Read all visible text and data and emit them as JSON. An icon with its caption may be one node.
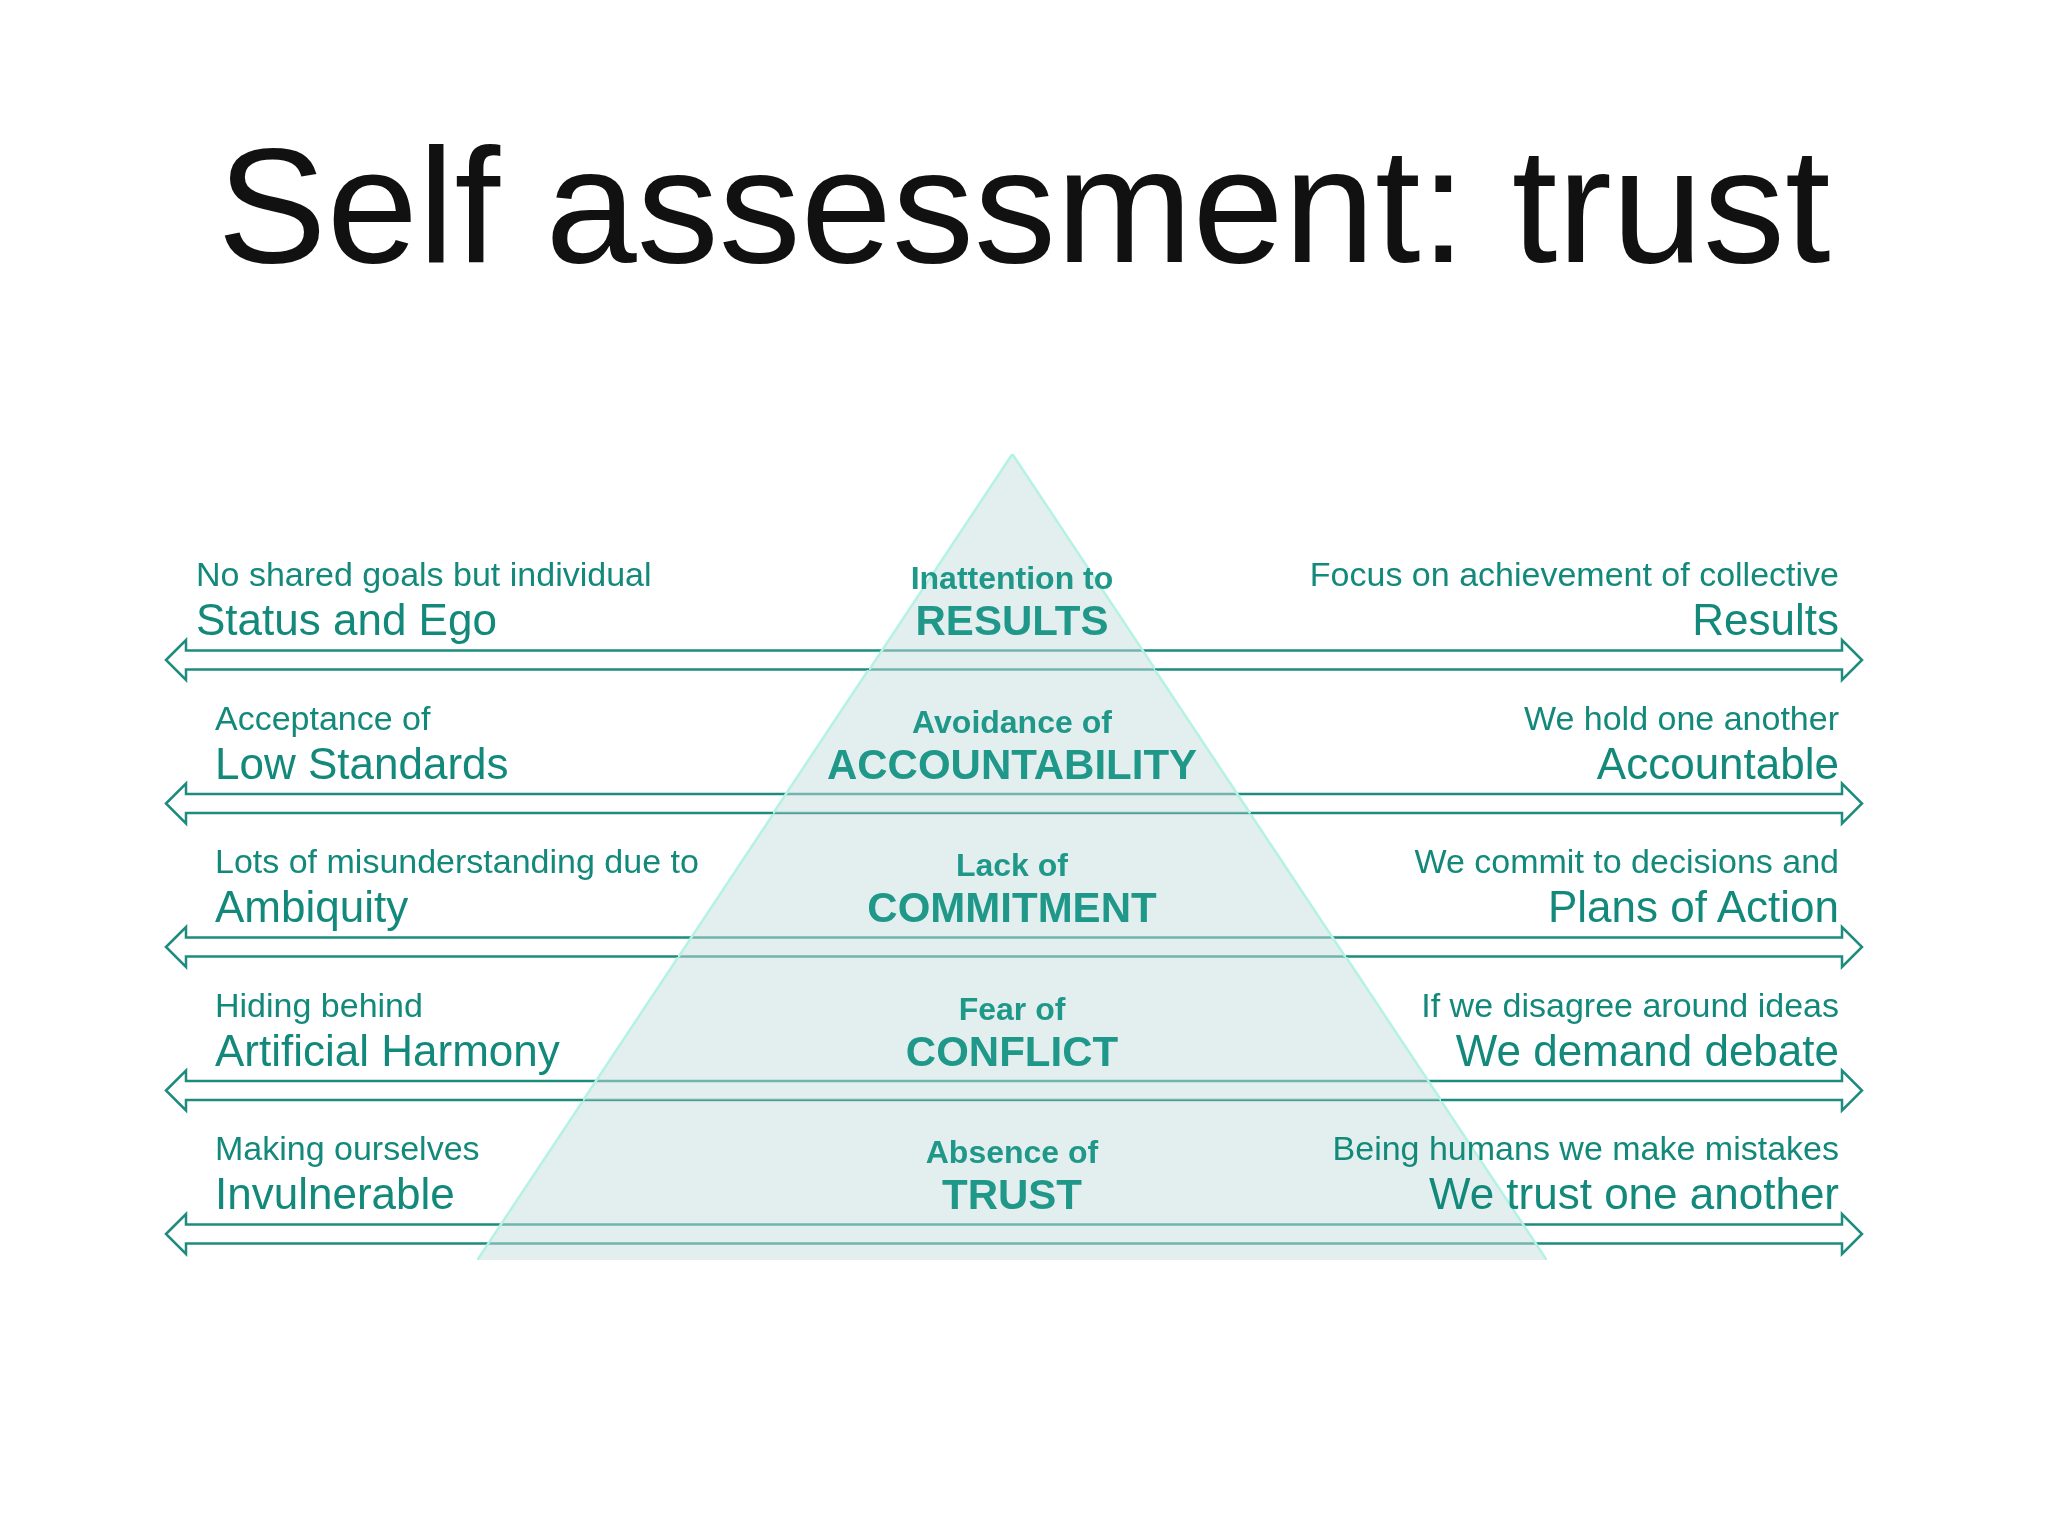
{
  "diagram": {
    "title": "Self assessment: trust",
    "nodes": [
      {
        "text": [
          "Inattention to",
          "RESULTS"
        ]
      },
      {
        "text": [
          "Avoidance of",
          "ACCOUNTABILITY"
        ]
      },
      {
        "text": [
          "Lack of",
          "COMMITMENT"
        ]
      },
      {
        "text": [
          "Fear of",
          "CONFLICT"
        ]
      },
      {
        "text": [
          "Absence of",
          "TRUST"
        ]
      }
    ],
    "labels": [
      "No shared goals but individual",
      "Status and Ego",
      "Focus on achievement of collective",
      "Results",
      "Acceptance of",
      "Low Standards",
      "We hold one another",
      "Accountable",
      "Lots of misunderstanding due to",
      "Ambiquity",
      "We commit to decisions and",
      "Plans of Action",
      "Hiding behind",
      "Artificial Harmony",
      "If we disagree around ideas",
      "We demand debate",
      "Making ourselves",
      "Invulnerable",
      "Being humans we make mistakes",
      "We trust one another"
    ]
  }
}
